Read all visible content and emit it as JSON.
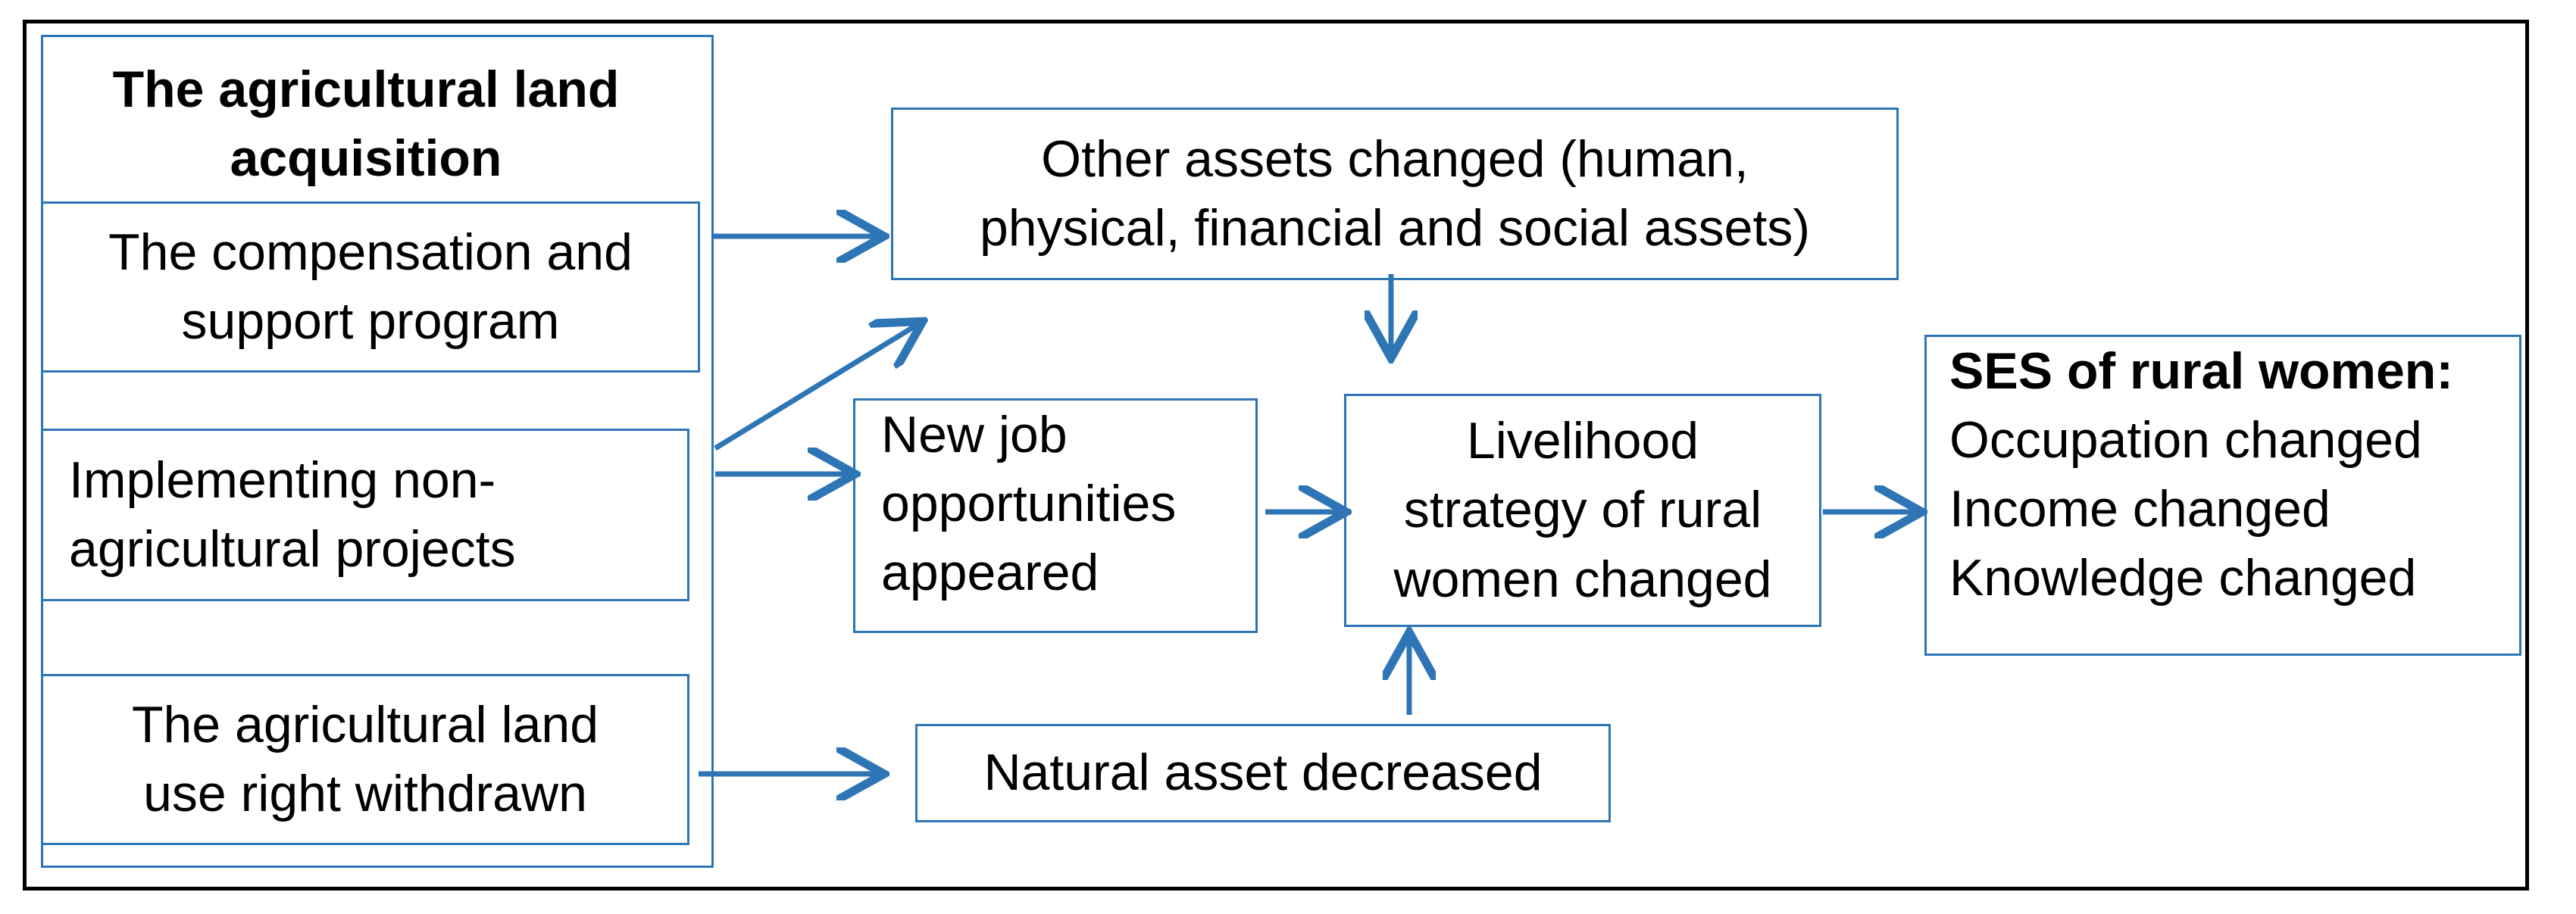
{
  "diagram": {
    "acquisition_title": "The agricultural land acquisition",
    "compensation": "The compensation and support program",
    "implementing": "Implementing non-agricultural projects",
    "withdrawn": "The agricultural land use right withdrawn",
    "other_assets_line1": "Other assets changed  (human,",
    "other_assets_line2": "physical, financial and social assets)",
    "new_jobs_line1": "New job",
    "new_jobs_line2": "opportunities",
    "new_jobs_line3": "appeared",
    "livelihood_line1": "Livelihood",
    "livelihood_line2": "strategy of rural",
    "livelihood_line3": "women changed",
    "natural_asset": "Natural asset decreased",
    "ses_title": "SES of rural women:",
    "ses_items": [
      "Occupation changed",
      "Income changed",
      "Knowledge changed"
    ]
  },
  "colors": {
    "box_border": "#2e75b6",
    "arrow": "#2e75b6",
    "frame": "#000000"
  }
}
